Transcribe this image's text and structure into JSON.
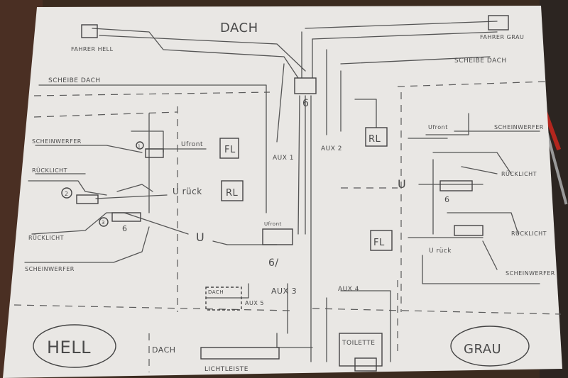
{
  "labels": {
    "dach": "DACH",
    "fahrer_hell": "FAHRER HELL",
    "fahrer_grau": "FAHRER GRAU",
    "scheibe_dach_left": "SCHEIBE DACH",
    "scheibe_dach_right": "SCHEIBE DACH",
    "scheinwerfer_left_top": "SCHEINWERFER",
    "ruecklicht_left_1": "RÜCKLICHT",
    "ruecklicht_left_2": "RÜCKLICHT",
    "scheinwerfer_left_bottom": "SCHEINWERFER",
    "v_front_left": "Ufront",
    "v_rueck_left": "U rück",
    "v_g_left": "U",
    "fl_left": "FL",
    "rl_left": "RL",
    "aux1": "AUX 1",
    "aux2": "AUX 2",
    "v_front_mid": "Ufront",
    "six_mid": "6/",
    "six_top": "6",
    "six_left": "6",
    "rl_right": "RL",
    "fl_right": "FL",
    "v_front_right": "Ufront",
    "scheinwerfer_right_top": "SCHEINWERFER",
    "ruecklicht_right_1": "RÜCKLICHT",
    "v_g_right": "U",
    "six_right": "6",
    "ruecklicht_right_2": "RÜCKLICHT",
    "v_rueck_right": "U rück",
    "scheinwerfer_right_bottom": "SCHEINWERFER",
    "dach_small": "DACH",
    "aux3": "AUX 3",
    "aux4": "AUX 4",
    "aux5": "AUX 5",
    "toilette": "TOILETTE",
    "dach_bottom": "DACH",
    "lichtleiste": "LICHTLEISTE",
    "hell": "HELL",
    "grau": "GRAU",
    "circle_1": "1",
    "circle_2": "2",
    "circle_3": "3"
  },
  "colors": {
    "paper": "#e9e7e4",
    "pencil": "#4a4a4a",
    "desk": "#3a2a1e",
    "desk_right": "#2b2420"
  }
}
